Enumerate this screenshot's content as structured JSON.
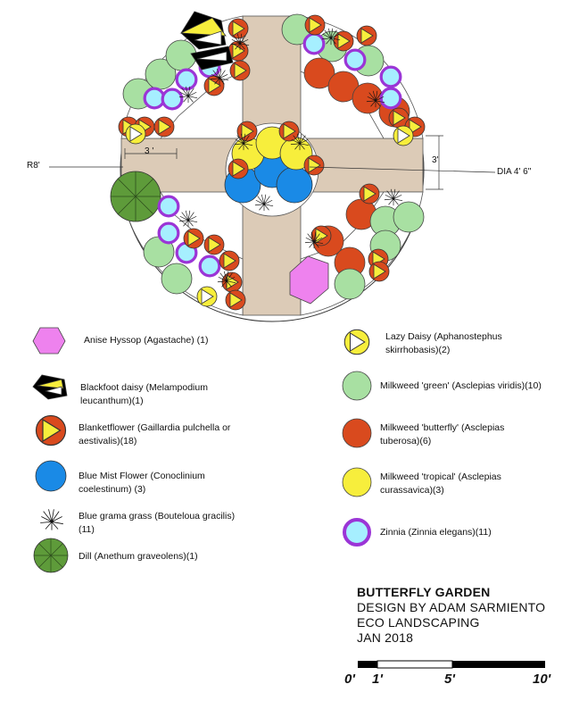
{
  "dimensions": {
    "radius": "R8'",
    "path_width_left": "3 '",
    "path_width_right": "3'",
    "center_diameter": "DIA 4' 6\""
  },
  "legend": [
    {
      "id": "anise-hyssop",
      "label": "Anise Hyssop (Agastache) (1)",
      "icon": "hexagon-icon",
      "color": "#ee82ee"
    },
    {
      "id": "blackfoot-daisy",
      "label": "Blackfoot daisy (Melampodium leucanthum)(1)",
      "icon": "pentagon-flag-icon",
      "color": "#000000"
    },
    {
      "id": "blanketflower",
      "label": "Blanketflower (Gaillardia pulchella or aestivalis)(18)",
      "icon": "red-triangle-circle-icon",
      "color": "#d94a1e"
    },
    {
      "id": "blue-mist-flower",
      "label": "Blue Mist Flower (Conoclinium coelestinum) (3)",
      "icon": "blue-circle-icon",
      "color": "#1a8ae6"
    },
    {
      "id": "blue-grama",
      "label": "Blue grama grass (Bouteloua gracilis) (11)",
      "icon": "grass-tuft-icon",
      "color": "#000000"
    },
    {
      "id": "dill",
      "label": "Dill (Anethum graveolens)(1)",
      "icon": "dill-wheel-icon",
      "color": "#5e9b3a"
    },
    {
      "id": "lazy-daisy",
      "label": "Lazy Daisy (Aphanostephus skirrhobasis)(2)",
      "icon": "yellow-triangle-circle-icon",
      "color": "#f7ee3c"
    },
    {
      "id": "milkweed-green",
      "label": "Milkweed 'green' (Asclepias viridis)(10)",
      "icon": "light-green-circle-icon",
      "color": "#a8e0a2"
    },
    {
      "id": "milkweed-butterfly",
      "label": "Milkweed 'butterfly' (Asclepias tuberosa)(6)",
      "icon": "red-circle-icon",
      "color": "#d94a1e"
    },
    {
      "id": "milkweed-tropical",
      "label": "Milkweed 'tropical' (Asclepias curassavica)(3)",
      "icon": "yellow-circle-icon",
      "color": "#f7ee3c"
    },
    {
      "id": "zinnia",
      "label": "Zinnia (Zinnia elegans)(11)",
      "icon": "zinnia-ring-icon",
      "color": "#9b35d6"
    }
  ],
  "title_block": {
    "title": "BUTTERFLY GARDEN",
    "designer": "DESIGN BY ADAM SARMIENTO",
    "company": "ECO LANDSCAPING",
    "date": "JAN 2018"
  },
  "scale": {
    "labels": [
      "0'",
      "1'",
      "5'",
      "10'"
    ]
  },
  "colors": {
    "path": "#dccbb7",
    "outline": "#444444",
    "red": "#d94a1e",
    "yellow": "#f7ee3c",
    "light_green": "#a8e0a2",
    "blue": "#1a8ae6",
    "cyan": "#a6efff",
    "purple": "#9b35d6",
    "violet": "#ee82ee",
    "dill": "#5e9b3a"
  }
}
